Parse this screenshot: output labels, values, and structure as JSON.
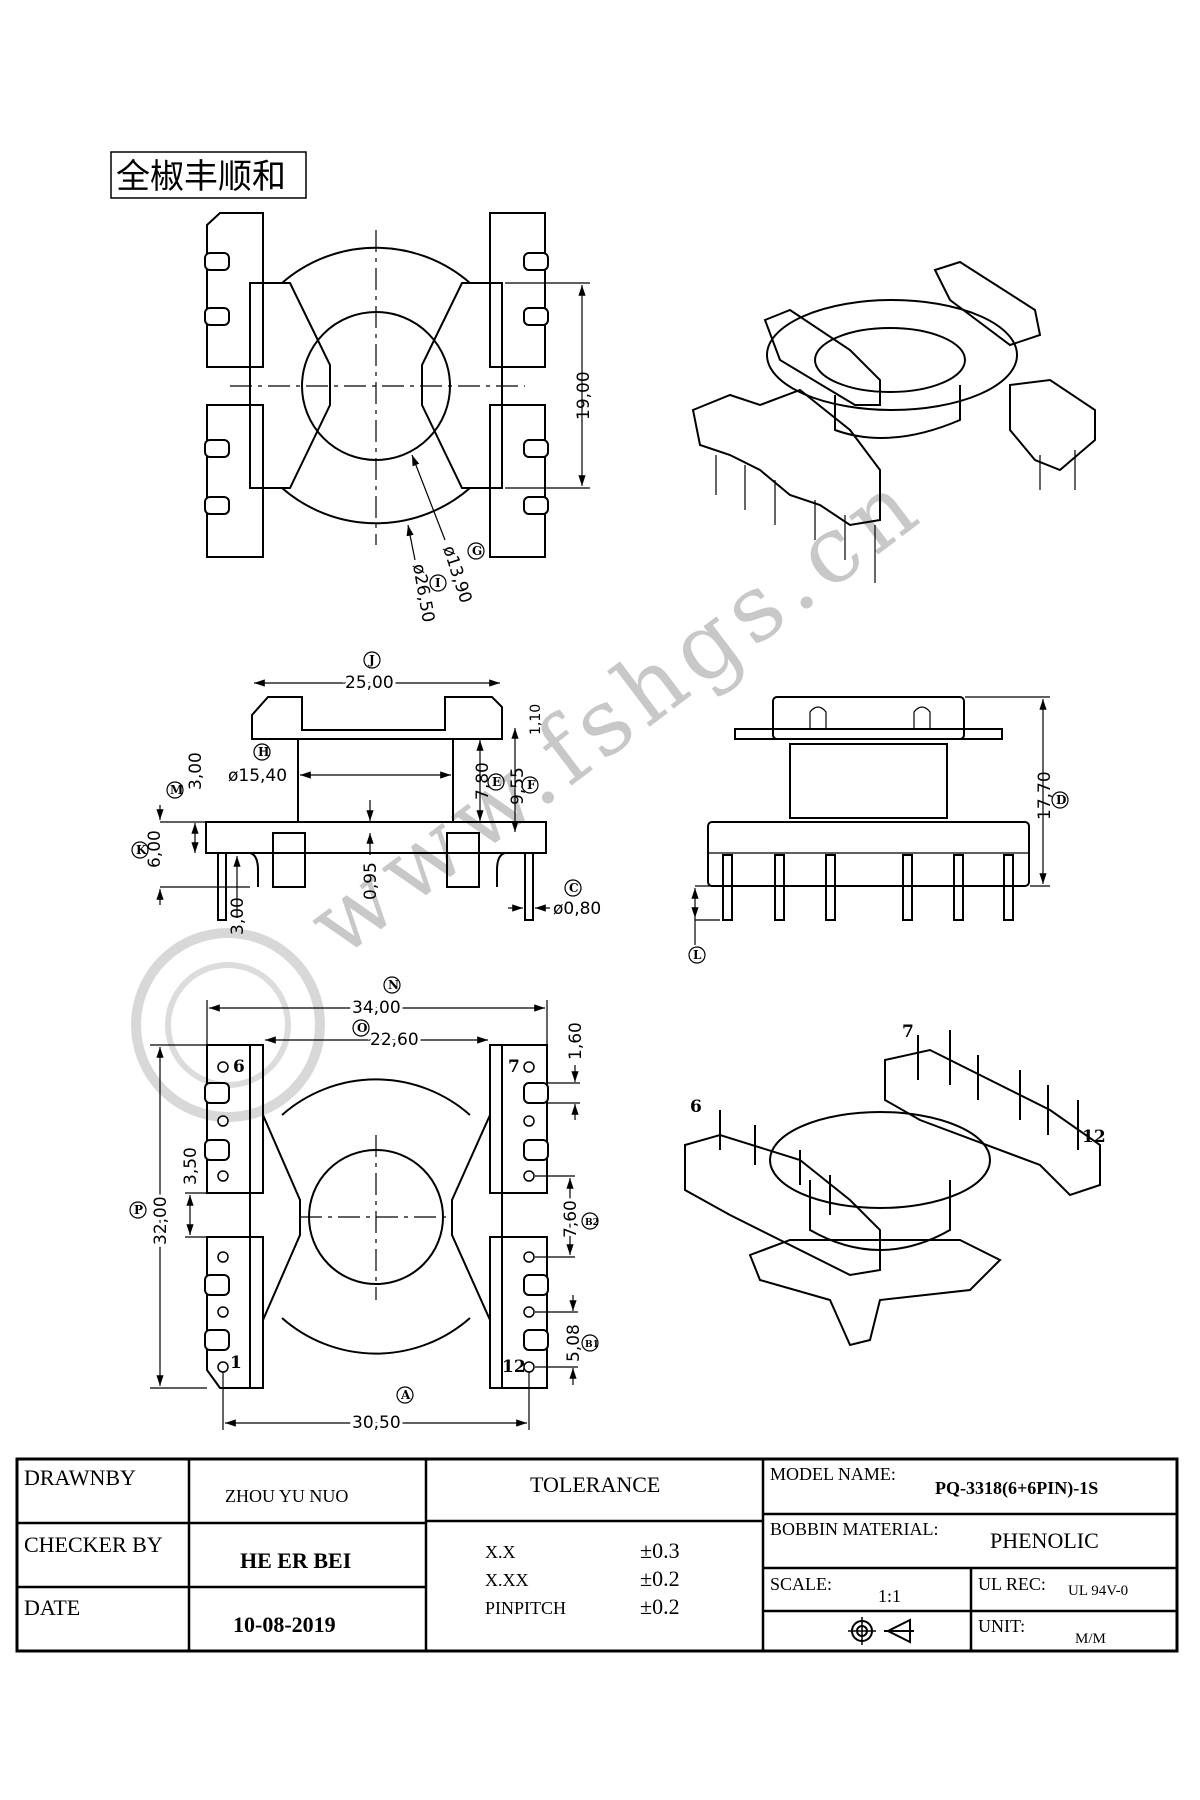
{
  "company_label": "全椒丰顺和",
  "watermark": "www.fshgs.cn",
  "top_view": {
    "height_dim": "19,00",
    "inner_dia": "ø13,90",
    "outer_dia": "ø26,50",
    "inner_callout": "G",
    "outer_callout": "I"
  },
  "side_view": {
    "width_dim": "25,00",
    "width_callout": "J",
    "flange_dim": "1,10",
    "core_dia": "ø15,40",
    "core_callout": "H",
    "winding_height": "7,80",
    "winding_callout": "E",
    "inner_height": "9,55",
    "inner_callout": "F",
    "base_height": "3,00",
    "base_callout": "M",
    "total_base": "6,00",
    "total_base_callout": "K",
    "gap_dim": "0,95",
    "pin_length": "3,00",
    "pin_dia": "ø0,80",
    "pin_callout": "C"
  },
  "front_view": {
    "total_height": "17,70",
    "total_callout": "D",
    "pin_callout": "L"
  },
  "bottom_view": {
    "overall_width": "34,00",
    "overall_callout": "N",
    "inner_width": "22,60",
    "inner_callout": "O",
    "overall_length": "32,00",
    "length_callout": "P",
    "slot_width": "3,50",
    "slot_dim": "1,60",
    "center_gap": "7,60",
    "center_callout": "B2",
    "pin_pitch": "5,08",
    "pitch_callout": "B1",
    "row_spacing": "30,50",
    "row_callout": "A",
    "pins": {
      "p1": "1",
      "p6": "6",
      "p7": "7",
      "p12": "12"
    }
  },
  "iso_view": {
    "pins": {
      "p6": "6",
      "p7": "7",
      "p12": "12"
    }
  },
  "title_block": {
    "drawn_by_label": "DRAWNBY",
    "drawn_by": "ZHOU YU NUO",
    "checker_label": "CHECKER BY",
    "checker": "HE ER BEI",
    "date_label": "DATE",
    "date": "10-08-2019",
    "tolerance_label": "TOLERANCE",
    "tolerances": [
      {
        "key": "X.X",
        "value": "±0.3"
      },
      {
        "key": "X.XX",
        "value": "±0.2"
      },
      {
        "key": "PINPITCH",
        "value": "±0.2"
      }
    ],
    "model_label": "MODEL NAME:",
    "model": "PQ-3318(6+6PIN)-1S",
    "material_label": "BOBBIN MATERIAL:",
    "material": "PHENOLIC",
    "scale_label": "SCALE:",
    "scale": "1:1",
    "ul_label": "UL REC:",
    "ul": "UL 94V-0",
    "unit_label": "UNIT:",
    "unit": "M/M"
  }
}
